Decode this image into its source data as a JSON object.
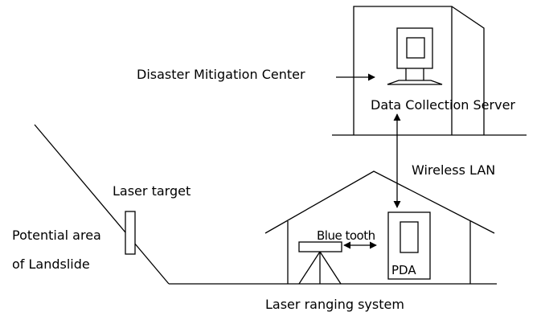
{
  "labels": {
    "center": "Disaster Mitigation Center",
    "server": "Data Collection Server",
    "wireless": "Wireless LAN",
    "target": "Laser target",
    "landslide_line1": "Potential area",
    "landslide_line2": "of Landslide",
    "bluetooth": "Blue tooth",
    "pda": "PDA",
    "laser_system": "Laser ranging system"
  }
}
